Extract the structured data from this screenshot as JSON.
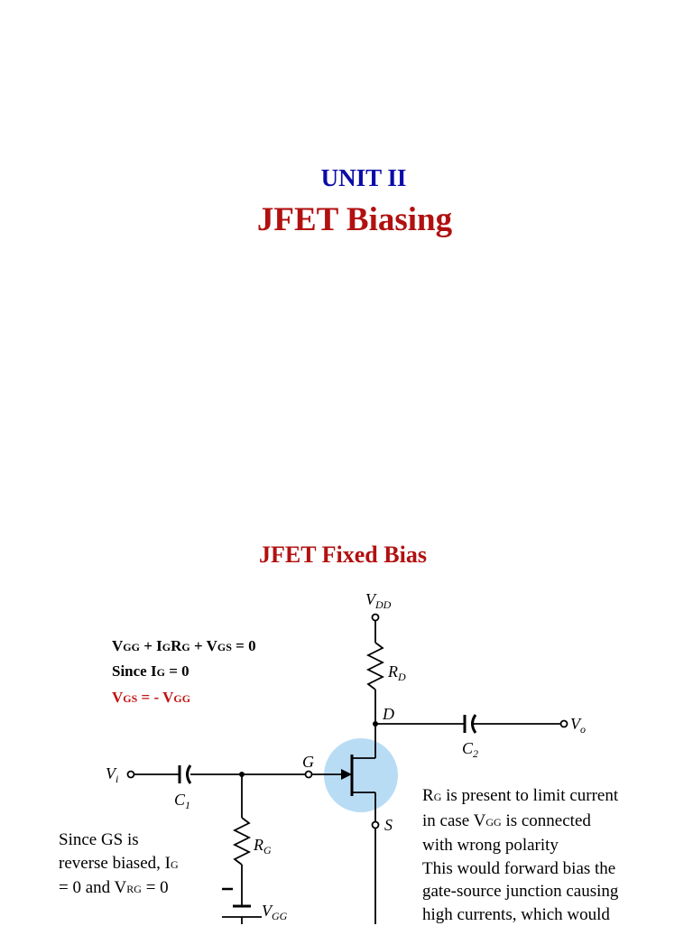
{
  "slide1": {
    "unit": "UNIT II",
    "title": "JFET Biasing"
  },
  "slide2": {
    "title": "JFET Fixed Bias",
    "equations": {
      "eq1": {
        "a": "V",
        "a_sub": "GG",
        "b": " + I",
        "b_sub": "G",
        "c": "R",
        "c_sub": "G",
        "d": " + V",
        "d_sub": "GS",
        "e": " = 0"
      },
      "eq2": {
        "a": "Since I",
        "a_sub": "G",
        "b": " = 0"
      },
      "eq3": {
        "a": "V",
        "a_sub": "GS",
        "b": " = - V",
        "b_sub": "GG"
      }
    },
    "circuit_labels": {
      "vdd": "V",
      "vdd_sub": "DD",
      "rd": "R",
      "rd_sub": "D",
      "d": "D",
      "c2": "C",
      "c2_sub": "2",
      "vo": "V",
      "vo_sub": "o",
      "g": "G",
      "vi": "V",
      "vi_sub": "i",
      "c1": "C",
      "c1_sub": "1",
      "rg": "R",
      "rg_sub": "G",
      "s": "S",
      "vgg": "V",
      "vgg_sub": "GG"
    },
    "note_left": {
      "l1": "Since GS is",
      "l2a": "reverse biased, I",
      "l2_sub": "G",
      "l3a": "= 0 and V",
      "l3_sub": "RG",
      "l3b": " = 0"
    },
    "note_right": {
      "l1a": "R",
      "l1_sub": "G",
      "l1b": " is present to limit current",
      "l2a": "in case V",
      "l2_sub": "GG",
      "l2b": " is connected",
      "l3": "with wrong polarity",
      "l4": "This would forward bias the",
      "l5": "gate-source junction causing",
      "l6": "high currents, which would"
    },
    "colors": {
      "jfet_highlight": "#b9dcf5"
    }
  }
}
